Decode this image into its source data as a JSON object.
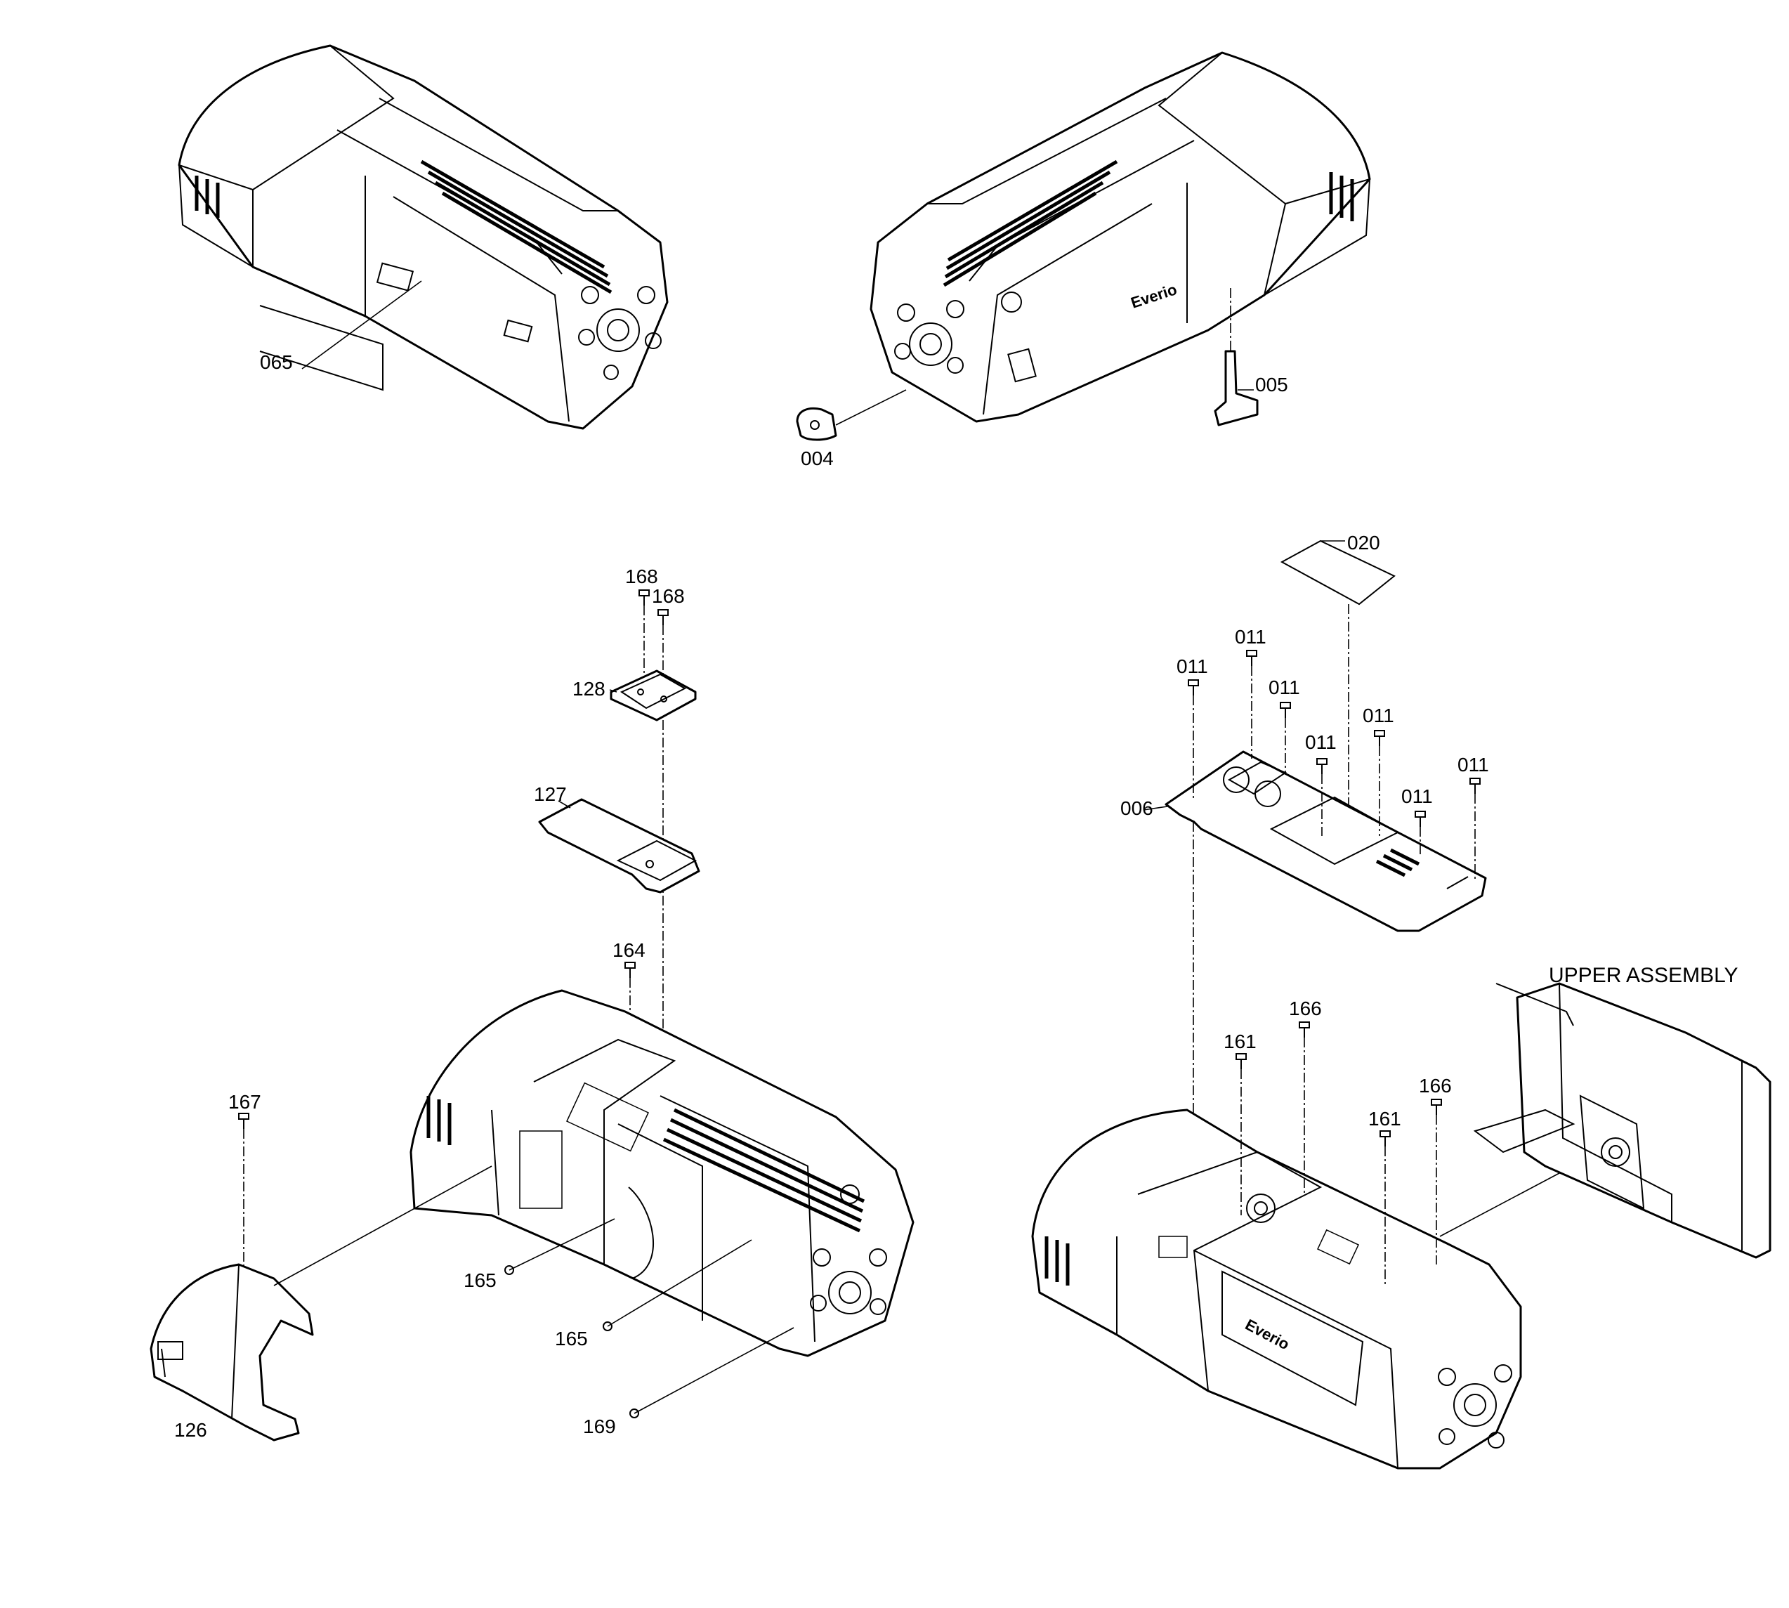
{
  "assembly_label": "UPPER ASSEMBLY",
  "brand_text": "Everio",
  "parts": {
    "p065": "065",
    "p004": "004",
    "p005": "005",
    "p020": "020",
    "p006": "006",
    "p011": "011",
    "p168": "168",
    "p128": "128",
    "p127": "127",
    "p164": "164",
    "p167": "167",
    "p126": "126",
    "p165": "165",
    "p169": "169",
    "p161": "161",
    "p166": "166"
  }
}
